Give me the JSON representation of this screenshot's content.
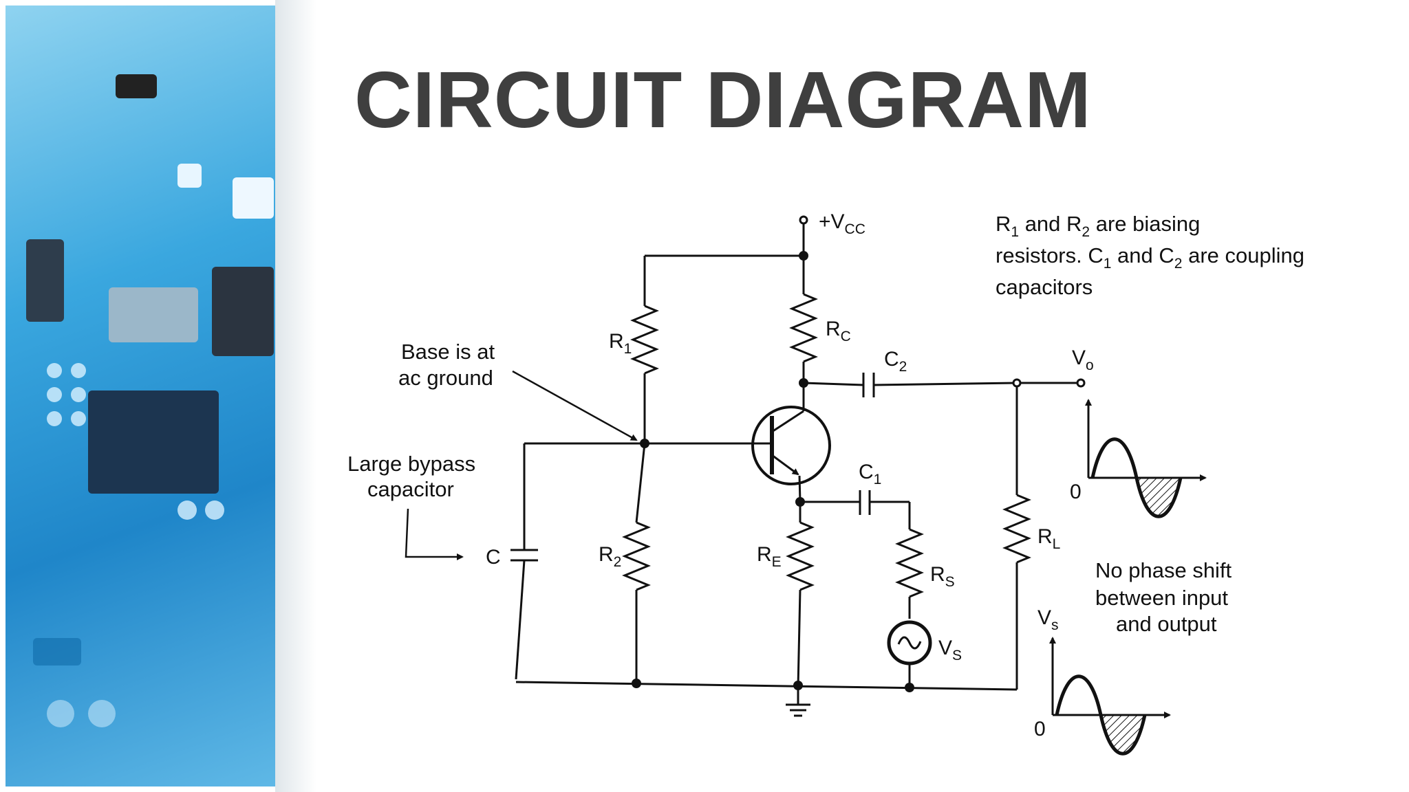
{
  "slide": {
    "title": "CIRCUIT DIAGRAM"
  },
  "diagram": {
    "supply": {
      "prefix": "+V",
      "sub": "CC"
    },
    "resistors": {
      "r1": {
        "main": "R",
        "sub": "1"
      },
      "r2": {
        "main": "R",
        "sub": "2"
      },
      "rc": {
        "main": "R",
        "sub": "C"
      },
      "re": {
        "main": "R",
        "sub": "E"
      },
      "rs": {
        "main": "R",
        "sub": "S"
      },
      "rl": {
        "main": "R",
        "sub": "L"
      }
    },
    "capacitors": {
      "c": "C",
      "c1": {
        "main": "C",
        "sub": "1"
      },
      "c2": {
        "main": "C",
        "sub": "2"
      }
    },
    "source": {
      "main": "V",
      "sub": "S"
    },
    "output_terminal": {
      "main": "V",
      "sub": "o"
    },
    "annotations": {
      "base_line1": "Base is at",
      "base_line2": "ac ground",
      "bypass_line1": "Large bypass",
      "bypass_line2": "capacitor"
    },
    "note": {
      "r": "R",
      "s1": "1",
      "and1": " and ",
      "s2": "2",
      "t1": " are biasing",
      "line2a": "resistors. ",
      "c": "C",
      "s3": "1",
      "and2": " and ",
      "s4": "2",
      "t2": " are coupling",
      "line3": "capacitors"
    },
    "phase_note": {
      "line1": "No phase shift",
      "line2": "between input",
      "line3": "and output"
    },
    "waveforms": {
      "output": {
        "axis_label_main": "V",
        "axis_label_sub": "o",
        "origin": "0"
      },
      "input": {
        "axis_label_main": "V",
        "axis_label_sub": "s",
        "origin": "0"
      }
    }
  }
}
